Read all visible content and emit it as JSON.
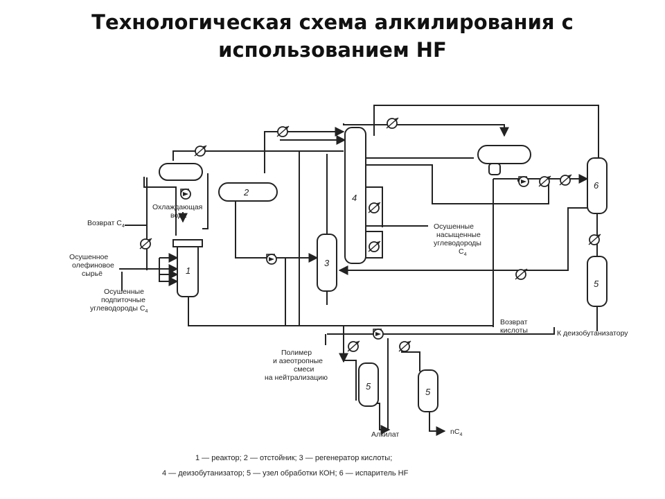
{
  "title": {
    "line1": "Технологическая схема алкилирования с",
    "line2": "использованием HF"
  },
  "labels": {
    "return_c4_a": "Возврат",
    "return_c4_b": "C",
    "return_c4_sub": "4",
    "cooling_water_a": "Охлаждающая",
    "cooling_water_b": "вода",
    "olefin_feed_a": "Осушенное",
    "olefin_feed_b": "олефиновое",
    "olefin_feed_c": "сырьё",
    "makeup_a": "Осушенные",
    "makeup_b": "подпиточные",
    "makeup_c": "углеводороды C",
    "makeup_sub": "4",
    "saturated_a": "Осушенные",
    "saturated_b": "насыщенные",
    "saturated_c": "углеводороды",
    "saturated_d": "C",
    "saturated_sub": "4",
    "polymer_a": "Полимер",
    "polymer_b": "и азеотропные",
    "polymer_c": "смеси",
    "polymer_d": "на нейтрализацию",
    "acid_return_a": "Возврат",
    "acid_return_b": "кислоты",
    "to_debutanizer": "К деизобутанизатору",
    "alkylate": "Алкилат",
    "nc4_a": "nC",
    "nc4_sub": "4"
  },
  "equipment": {
    "reactor": "1",
    "settler": "2",
    "regenerator": "3",
    "deisobutanizer": "4",
    "koh_right": "5",
    "koh_bottom_left": "5",
    "koh_bottom_right": "5",
    "evaporator": "6"
  },
  "legend": {
    "line1": "1 — реактор; 2 — отстойник; 3 — регенератор кислоты;",
    "line2": "4 — деизобутанизатор; 5 — узел обработки КОН; 6 — испаритель HF"
  }
}
